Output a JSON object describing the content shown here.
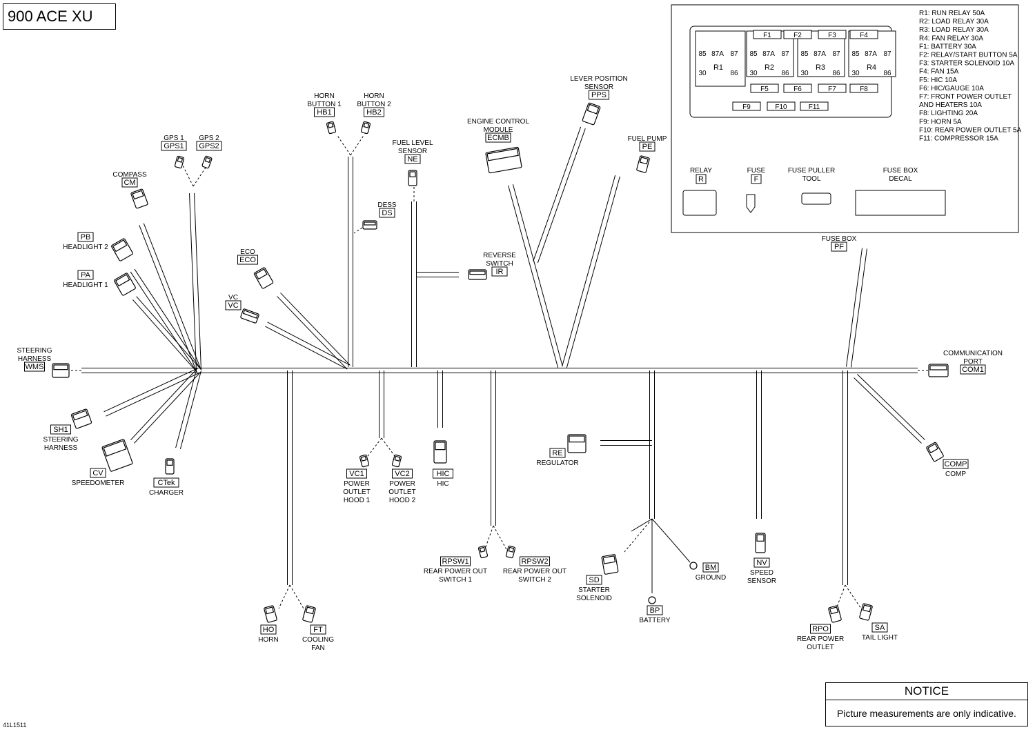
{
  "title": "900 ACE XU",
  "doc_number": "41L1511",
  "notice": {
    "title": "NOTICE",
    "text": "Picture measurements are only indicative."
  },
  "connectors": [
    {
      "code": "GPS1",
      "label": [
        "GPS 1"
      ]
    },
    {
      "code": "GPS2",
      "label": [
        "GPS 2"
      ]
    },
    {
      "code": "HB1",
      "label": [
        "HORN",
        "BUTTON 1"
      ]
    },
    {
      "code": "HB2",
      "label": [
        "HORN",
        "BUTTON 2"
      ]
    },
    {
      "code": "NE",
      "label": [
        "FUEL LEVEL",
        "SENSOR"
      ]
    },
    {
      "code": "ECMB",
      "label": [
        "ENGINE CONTROL",
        "MODULE"
      ]
    },
    {
      "code": "PPS",
      "label": [
        "LEVER POSITION",
        "SENSOR"
      ]
    },
    {
      "code": "PE",
      "label": [
        "FUEL PUMP"
      ]
    },
    {
      "code": "CM",
      "label": [
        "COMPASS"
      ]
    },
    {
      "code": "PB",
      "label": [
        "HEADLIGHT 2"
      ]
    },
    {
      "code": "PA",
      "label": [
        "HEADLIGHT 1"
      ]
    },
    {
      "code": "DS",
      "label": [
        "DESS"
      ]
    },
    {
      "code": "ECO",
      "label": [
        "ECO"
      ]
    },
    {
      "code": "VC",
      "label": [
        "VC"
      ]
    },
    {
      "code": "IR",
      "label": [
        "REVERSE",
        "SWITCH"
      ]
    },
    {
      "code": "PF",
      "label": [
        "FUSE BOX"
      ]
    },
    {
      "code": "WMS",
      "label": [
        "STEERING",
        "HARNESS"
      ]
    },
    {
      "code": "COM1",
      "label": [
        "COMMUNICATION",
        "PORT"
      ]
    },
    {
      "code": "SH1",
      "label": [
        "STEERING",
        "HARNESS"
      ]
    },
    {
      "code": "CV",
      "label": [
        "SPEEDOMETER"
      ]
    },
    {
      "code": "CTek",
      "label": [
        "CHARGER"
      ]
    },
    {
      "code": "VC1",
      "label": [
        "POWER",
        "OUTLET",
        "HOOD 1"
      ]
    },
    {
      "code": "VC2",
      "label": [
        "POWER",
        "OUTLET",
        "HOOD 2"
      ]
    },
    {
      "code": "HIC",
      "label": [
        "HIC"
      ]
    },
    {
      "code": "RE",
      "label": [
        "REGULATOR"
      ]
    },
    {
      "code": "COMP",
      "label": [
        "COMP"
      ]
    },
    {
      "code": "RPSW1",
      "label": [
        "REAR POWER OUT",
        "SWITCH 1"
      ]
    },
    {
      "code": "RPSW2",
      "label": [
        "REAR POWER OUT",
        "SWITCH 2"
      ]
    },
    {
      "code": "SD",
      "label": [
        "STARTER",
        "SOLENOID"
      ]
    },
    {
      "code": "BM",
      "label": [
        "GROUND"
      ]
    },
    {
      "code": "BP",
      "label": [
        "BATTERY"
      ]
    },
    {
      "code": "NV",
      "label": [
        "SPEED",
        "SENSOR"
      ]
    },
    {
      "code": "HO",
      "label": [
        "HORN"
      ]
    },
    {
      "code": "FT",
      "label": [
        "COOLING",
        "FAN"
      ]
    },
    {
      "code": "RPO",
      "label": [
        "REAR POWER",
        "OUTLET"
      ]
    },
    {
      "code": "SA",
      "label": [
        "TAIL LIGHT"
      ]
    }
  ],
  "fuse_box": {
    "relays": [
      "R1",
      "R2",
      "R3",
      "R4"
    ],
    "relay_pins": [
      "85",
      "87A",
      "87",
      "30",
      "86"
    ],
    "fuses": [
      "F1",
      "F2",
      "F3",
      "F4",
      "F5",
      "F6",
      "F7",
      "F8",
      "F9",
      "F10",
      "F11"
    ],
    "legend": [
      "R1: RUN RELAY 50A",
      "R2: LOAD RELAY 30A",
      "R3: LOAD RELAY 30A",
      "R4: FAN RELAY 30A",
      "F1: BATTERY 30A",
      "F2: RELAY/START BUTTON 5A",
      "F3: STARTER SOLENOID 10A",
      "F4: FAN 15A",
      "F5: HIC 10A",
      "F6: HIC/GAUGE 10A",
      "F7: FRONT POWER OUTLET",
      "      AND HEATERS 10A",
      "F8: LIGHTING 20A",
      "F9: HORN 5A",
      "F10: REAR POWER OUTLET 5A",
      "F11: COMPRESSOR 15A"
    ],
    "parts": [
      {
        "code": "R",
        "label": [
          "RELAY"
        ]
      },
      {
        "code": "F",
        "label": [
          "FUSE"
        ]
      },
      {
        "code": "",
        "label": [
          "FUSE PULLER",
          "TOOL"
        ]
      },
      {
        "code": "",
        "label": [
          "FUSE BOX",
          "DECAL"
        ]
      }
    ]
  }
}
